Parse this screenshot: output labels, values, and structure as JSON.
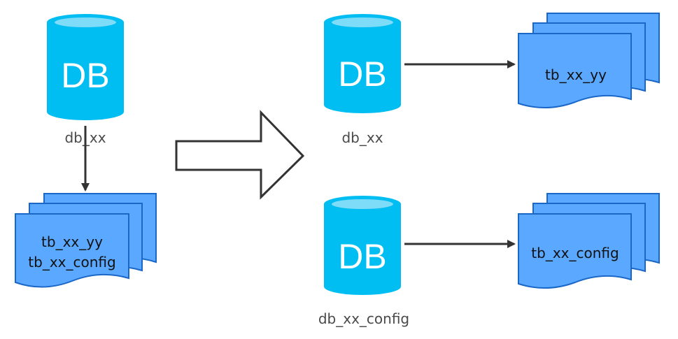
{
  "colors": {
    "db_fill": "#00bef2",
    "db_top": "#7fdcf8",
    "doc_fill": "#5aa8ff",
    "doc_stroke": "#1a67c8",
    "arrow": "#333333",
    "label": "#4a4a4a"
  },
  "before": {
    "database": {
      "icon_text": "DB",
      "label": "db_xx"
    },
    "tables": {
      "lines": [
        "tb_xx_yy",
        "tb_xx_config"
      ]
    }
  },
  "after": {
    "database_1": {
      "icon_text": "DB",
      "label": "db_xx"
    },
    "tables_1": {
      "lines": [
        "tb_xx_yy"
      ]
    },
    "database_2": {
      "icon_text": "DB",
      "label": "db_xx_config"
    },
    "tables_2": {
      "lines": [
        "tb_xx_config"
      ]
    }
  }
}
